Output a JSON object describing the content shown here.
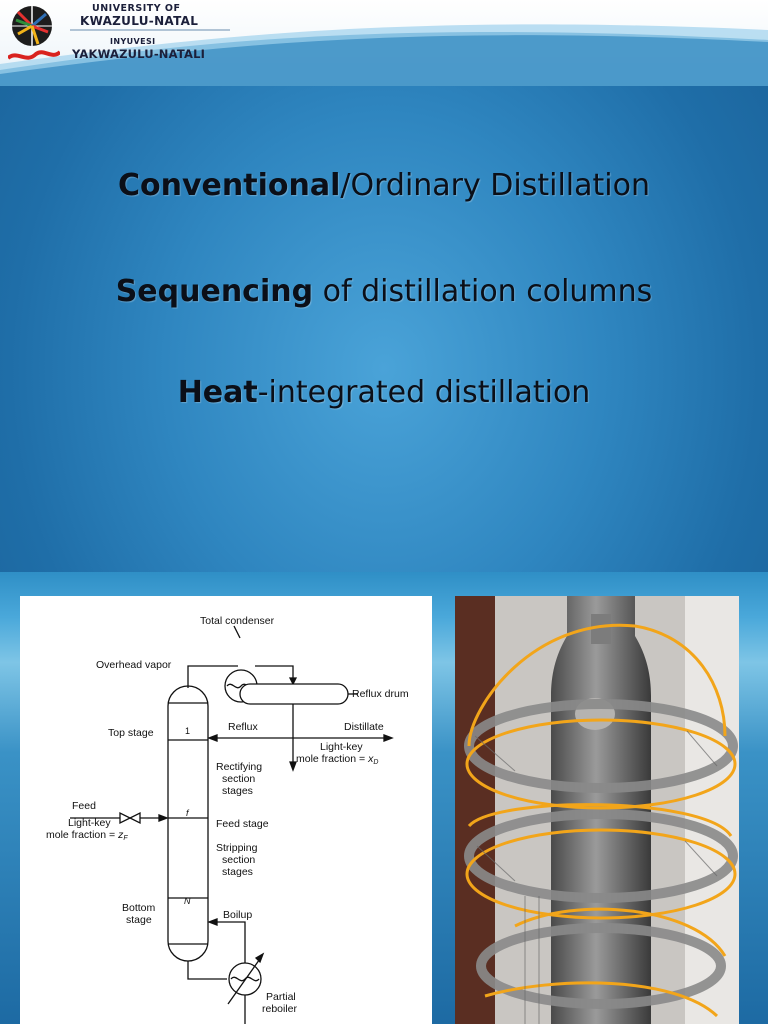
{
  "header": {
    "university_line1": "UNIVERSITY OF",
    "university_line2": "KWAZULU-NATAL",
    "university_line3": "INYUVESI",
    "university_line4": "YAKWAZULU-NATALI"
  },
  "titles": {
    "line1_bold": "Conventional",
    "line1_rest": "/Ordinary Distillation",
    "line2_bold": "Sequencing",
    "line2_rest": " of distillation columns",
    "line3_bold": "Heat",
    "line3_rest": "-integrated distillation"
  },
  "diagram": {
    "total_condenser": "Total condenser",
    "overhead_vapor": "Overhead vapor",
    "reflux_drum": "Reflux drum",
    "top_stage": "Top stage",
    "stage_1": "1",
    "reflux": "Reflux",
    "distillate": "Distillate",
    "light_key_d": "Light-key",
    "mole_fraction_d": "mole fraction = ",
    "sub_d": "x",
    "sub_d_index": "D",
    "rectifying_1": "Rectifying",
    "rectifying_2": "section",
    "rectifying_3": "stages",
    "feed": "Feed",
    "light_key_f": "Light-key",
    "mole_fraction_f": "mole fraction = ",
    "sub_f": "z",
    "sub_f_index": "F",
    "stage_f": "f",
    "feed_stage": "Feed stage",
    "stripping_1": "Stripping",
    "stripping_2": "section",
    "stripping_3": "stages",
    "bottom_stage_1": "Bottom",
    "bottom_stage_2": "stage",
    "stage_n": "N",
    "boilup": "Boilup",
    "partial_1": "Partial",
    "partial_2": "reboiler"
  },
  "colors": {
    "accent_orange": "#f2a51a",
    "background_blue": "#2f86c0"
  }
}
